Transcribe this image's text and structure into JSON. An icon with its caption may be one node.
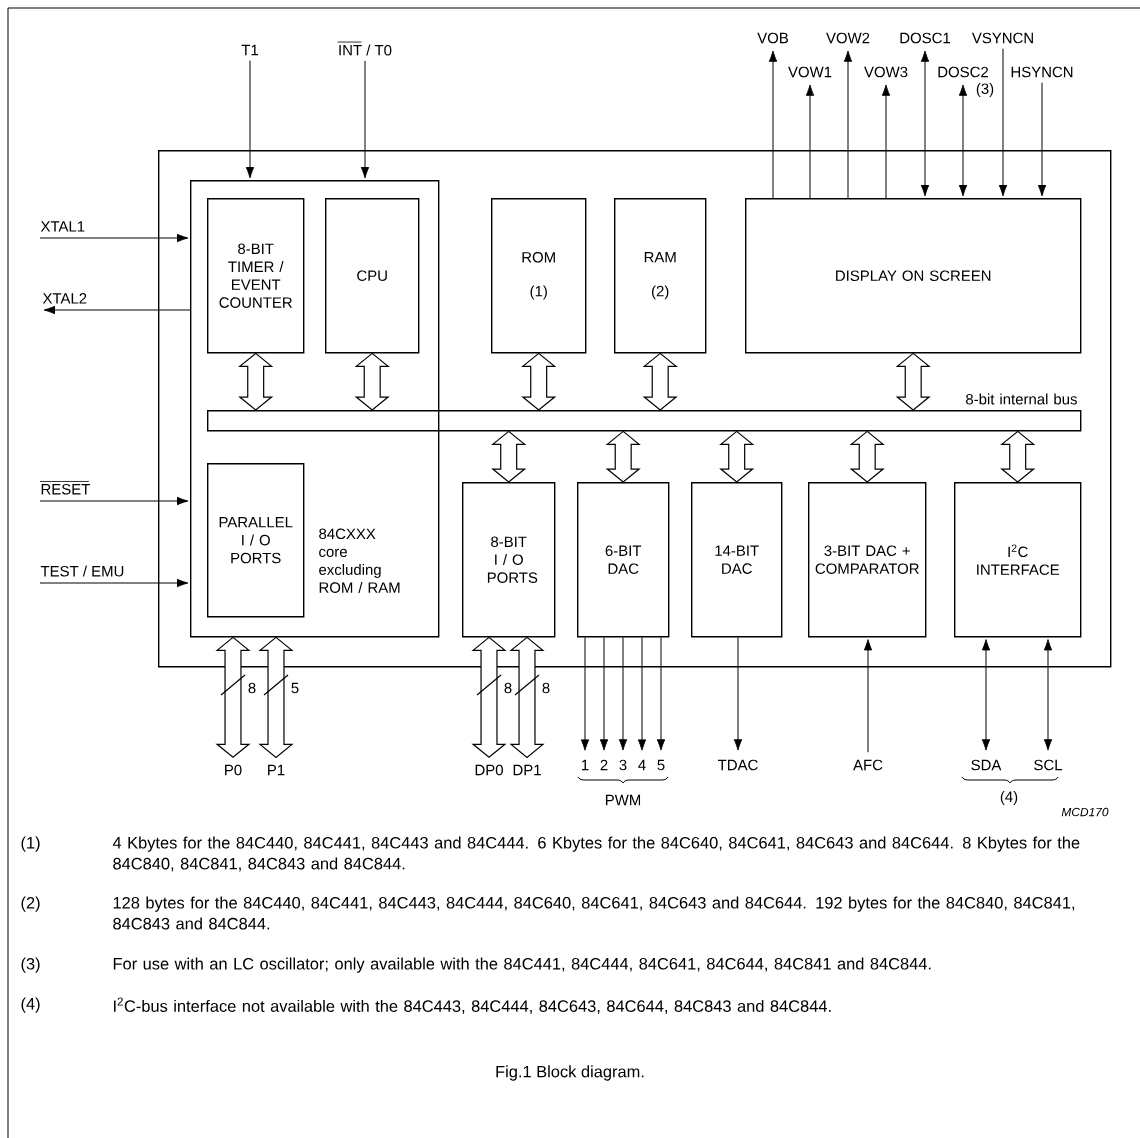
{
  "diagram": {
    "caption": "Fig.1 Block diagram.",
    "nodes": [
      {
        "text": [],
        "shape": "box"
      },
      {
        "text": [
          "84CXXX core excluding ROM / RAM"
        ],
        "in": 0
      },
      {
        "text": [
          "8-BIT TIMER / EVENT COUNTER"
        ],
        "in": 1
      },
      {
        "text": [
          "CPU"
        ],
        "in": 1
      },
      {
        "text": [
          "ROM",
          "(1)"
        ],
        "in": 0
      },
      {
        "text": [
          "RAM",
          "(2)"
        ],
        "in": 0
      },
      {
        "text": [
          "DISPLAY ON SCREEN"
        ],
        "in": 0
      },
      {
        "text": [
          "8-bit internal bus"
        ],
        "in": 0
      },
      {
        "text": [
          "PARALLEL I / O PORTS"
        ],
        "in": 1
      },
      {
        "text": [
          "8-BIT I / O PORTS"
        ],
        "in": 0
      },
      {
        "text": [
          "6-BIT DAC"
        ],
        "in": 0
      },
      {
        "text": [
          "14-BIT DAC"
        ],
        "in": 0
      },
      {
        "text": [
          "3-BIT DAC + COMPARATOR"
        ],
        "in": 0
      },
      {
        "text": [
          "I$^{2}$C INTERFACE"
        ],
        "in": 0
      },
      {
        "text": [
          "T1"
        ]
      },
      {
        "text": [
          "INT / T0"
        ]
      },
      {
        "text": [
          "VOB"
        ]
      },
      {
        "text": [
          "VOW1"
        ]
      },
      {
        "text": [
          "VOW2"
        ]
      },
      {
        "text": [
          "VOW3"
        ]
      },
      {
        "text": [
          "DOSC1"
        ]
      },
      {
        "text": [
          "DOSC2"
        ],
        "beside": [
          "(3)"
        ]
      },
      {
        "text": [
          "VSYNCN"
        ]
      },
      {
        "text": [
          "HSYNCN"
        ]
      },
      {
        "text": [
          "XTAL1"
        ]
      },
      {
        "text": [
          "XTAL2"
        ]
      },
      {
        "text": [
          "RESET"
        ]
      },
      {
        "text": [
          "TEST / EMU"
        ]
      },
      {
        "text": [
          "P0"
        ]
      },
      {
        "text": [
          "P1"
        ]
      },
      {
        "text": [
          "DP0"
        ]
      },
      {
        "text": [
          "DP1"
        ]
      },
      {
        "text": [
          "1"
        ]
      },
      {
        "text": [
          "2"
        ]
      },
      {
        "text": [
          "3"
        ]
      },
      {
        "text": [
          "4"
        ]
      },
      {
        "text": [
          "5"
        ]
      },
      {
        "text": [
          "TDAC"
        ]
      },
      {
        "text": [
          "AFC"
        ]
      },
      {
        "text": [
          "SDA"
        ]
      },
      {
        "text": [
          "SCL"
        ]
      }
    ],
    "edges": [
      {
        "from": 14,
        "to": 1,
        "arrow": "to"
      },
      {
        "from": 15,
        "to": 1,
        "arrow": "to"
      },
      {
        "from": 24,
        "to": 1,
        "arrow": "to"
      },
      {
        "from": 1,
        "to": 25,
        "arrow": "to"
      },
      {
        "from": 26,
        "to": 1,
        "arrow": "to"
      },
      {
        "from": 27,
        "to": 1,
        "arrow": "to"
      },
      {
        "from": 6,
        "to": 16,
        "arrow": "to"
      },
      {
        "from": 6,
        "to": 17,
        "arrow": "to"
      },
      {
        "from": 6,
        "to": 18,
        "arrow": "to"
      },
      {
        "from": 6,
        "to": 19,
        "arrow": "to"
      },
      {
        "from": 6,
        "to": 20,
        "arrow": "both"
      },
      {
        "from": 6,
        "to": 21,
        "arrow": "both"
      },
      {
        "from": 22,
        "to": 6,
        "arrow": "to"
      },
      {
        "from": 23,
        "to": 6,
        "arrow": "to"
      },
      {
        "from": 2,
        "to": 7,
        "arrow": "both",
        "style": "thick"
      },
      {
        "from": 3,
        "to": 7,
        "arrow": "both",
        "style": "thick"
      },
      {
        "from": 4,
        "to": 7,
        "arrow": "both",
        "style": "thick"
      },
      {
        "from": 5,
        "to": 7,
        "arrow": "both",
        "style": "thick"
      },
      {
        "from": 6,
        "to": 7,
        "arrow": "both",
        "style": "thick"
      },
      {
        "from": 7,
        "to": 9,
        "arrow": "both",
        "style": "thick"
      },
      {
        "from": 7,
        "to": 10,
        "arrow": "both",
        "style": "thick"
      },
      {
        "from": 7,
        "to": 11,
        "arrow": "both",
        "style": "thick"
      },
      {
        "from": 7,
        "to": 12,
        "arrow": "both",
        "style": "thick"
      },
      {
        "from": 7,
        "to": 13,
        "arrow": "both",
        "style": "thick"
      },
      {
        "from": 1,
        "to": 28,
        "arrow": "both",
        "style": "thick",
        "label": "8"
      },
      {
        "from": 1,
        "to": 29,
        "arrow": "both",
        "style": "thick",
        "label": "5"
      },
      {
        "from": 9,
        "to": 30,
        "arrow": "both",
        "style": "thick",
        "label": "8"
      },
      {
        "from": 9,
        "to": 31,
        "arrow": "both",
        "style": "thick",
        "label": "8"
      },
      {
        "from": 10,
        "to": 32,
        "arrow": "to"
      },
      {
        "from": 10,
        "to": 33,
        "arrow": "to"
      },
      {
        "from": 10,
        "to": 34,
        "arrow": "to"
      },
      {
        "from": 10,
        "to": 35,
        "arrow": "to"
      },
      {
        "from": 10,
        "to": 36,
        "arrow": "to"
      },
      {
        "from": 11,
        "to": 37,
        "arrow": "to"
      },
      {
        "from": 38,
        "to": 12,
        "arrow": "to"
      },
      {
        "from": 13,
        "to": 39,
        "arrow": "both"
      },
      {
        "from": 13,
        "to": 40,
        "arrow": "both"
      }
    ],
    "labels": [
      "PWM",
      "(4)",
      "MCD170",
      "(1)",
      "4 Kbytes for the 84C440, 84C441, 84C443 and 84C444. 6 Kbytes for the 84C640, 84C641, 84C643 and 84C644. 8 Kbytes for the 84C840, 84C841, 84C843 and 84C844.",
      "(2)",
      "128 bytes for the 84C440, 84C441, 84C443, 84C444, 84C640, 84C641, 84C643 and 84C644. 192 bytes for the 84C840, 84C841, 84C843 and 84C844.",
      "(3)",
      "For use with an LC oscillator; only available with the 84C441, 84C444, 84C641, 84C644, 84C841 and 84C844.",
      "(4)",
      "I$^{2}$C-bus interface not available with the 84C443, 84C444, 84C643, 84C644, 84C843 and 84C844."
    ]
  }
}
